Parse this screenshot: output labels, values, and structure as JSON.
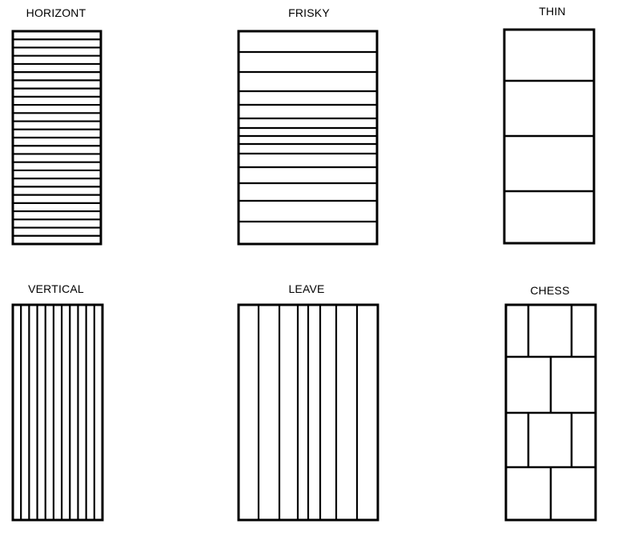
{
  "colors": {
    "stroke": "#000000",
    "background": "#ffffff"
  },
  "panels": [
    {
      "key": "horizont",
      "label": "HORIZONT",
      "pattern": "horizontal-slats"
    },
    {
      "key": "frisky",
      "label": "FRISKY",
      "pattern": "irregular-horizontal-slats"
    },
    {
      "key": "thin",
      "label": "THIN",
      "pattern": "horizontal-panels"
    },
    {
      "key": "vertical",
      "label": "VERTICAL",
      "pattern": "vertical-slats"
    },
    {
      "key": "leave",
      "label": "LEAVE",
      "pattern": "irregular-vertical-slats"
    },
    {
      "key": "chess",
      "label": "CHESS",
      "pattern": "staggered-blocks"
    }
  ]
}
